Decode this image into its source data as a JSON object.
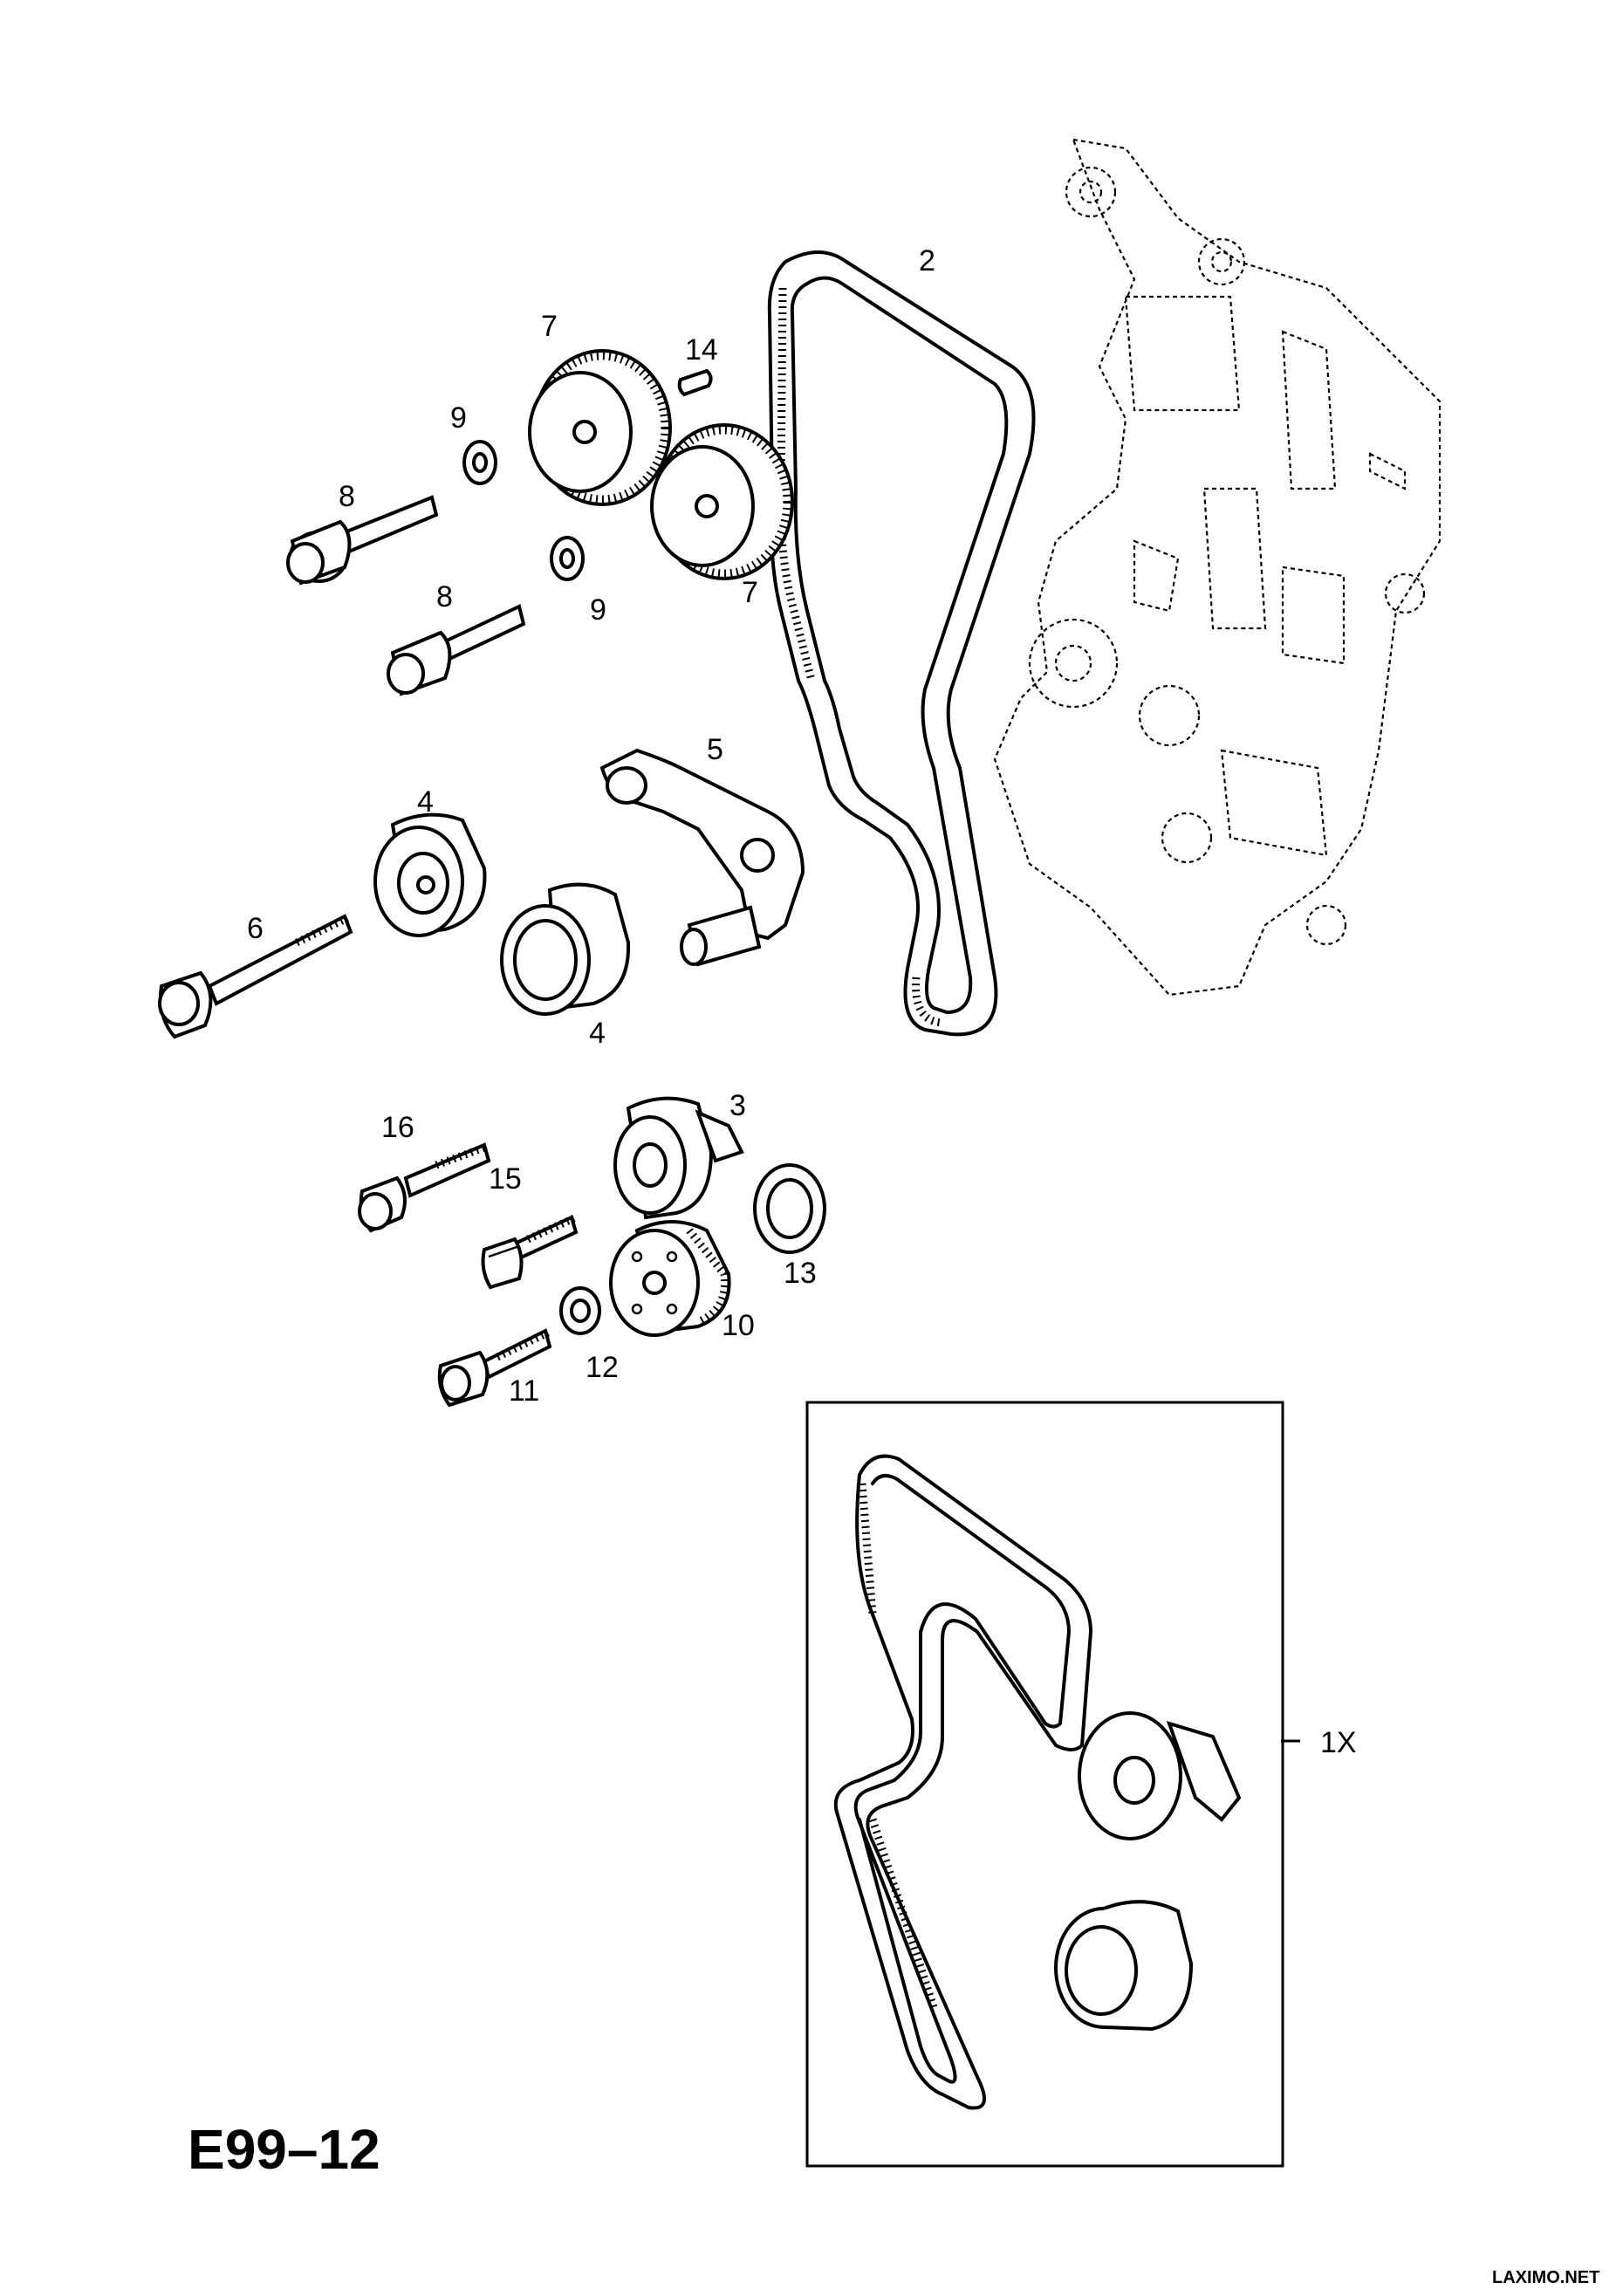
{
  "diagram": {
    "code": "E99–12",
    "watermark": "LAXIMO.NET",
    "callouts": {
      "belt": "2",
      "pulley_top": "7",
      "pulley_bottom": "7",
      "pin": "14",
      "washer_top": "9",
      "washer_bottom": "9",
      "bolt_top": "8",
      "bolt_bottom": "8",
      "bracket": "5",
      "idler_top": "4",
      "idler_bottom": "4",
      "long_bolt": "6",
      "tensioner": "3",
      "bolt_16": "16",
      "bolt_15": "15",
      "seal": "13",
      "sprocket": "10",
      "bolt_11": "11",
      "washer_12": "12",
      "kit": "1X"
    }
  }
}
